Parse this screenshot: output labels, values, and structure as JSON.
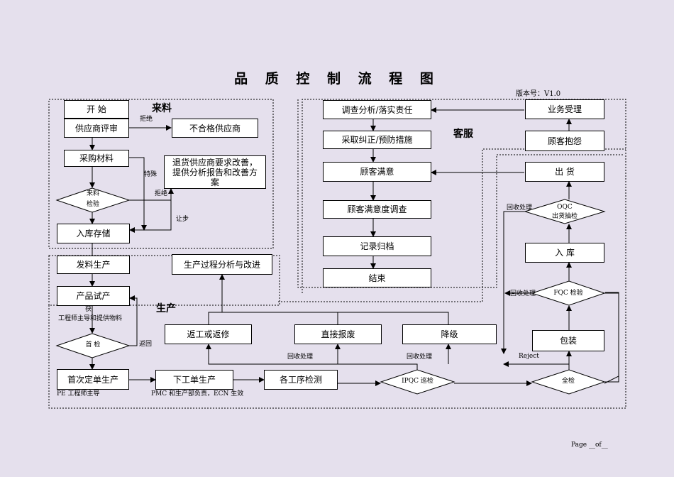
{
  "title": "品 质 控 制 流 程 图",
  "version": "版本号：V1.0",
  "page_footer": "Page __of__",
  "sections": {
    "incoming": "来料",
    "production": "生产",
    "customer_service": "客服"
  },
  "boxes": {
    "start": "开 始",
    "supplier_review": "供应商评审",
    "unqualified_supplier": "不合格供应商",
    "purchase_material": "采购材料",
    "supplier_improve": "退货供应商要求改善，提供分析报告和改善方案",
    "warehouse_in": "入库存储",
    "issue_material": "发料生产",
    "process_analysis": "生产过程分析与改进",
    "trial_production": "产品试产",
    "first_production": "首次定单生产",
    "work_order": "下工单生产",
    "process_inspection": "各工序检测",
    "rework": "返工或返修",
    "scrap": "直接报废",
    "downgrade": "降级",
    "packaging": "包装",
    "warehouse_out": "入 库",
    "ship": "出 货",
    "customer_complaint": "顾客抱怨",
    "business_accept": "业务受理",
    "investigate": "调查分析/落实责任",
    "corrective": "采取纠正/预防措施",
    "satisfaction": "顾客满意",
    "survey": "顾客满意度调查",
    "archive": "记录归档",
    "end": "结束"
  },
  "diamonds": {
    "incoming_check": "来料\n检验",
    "first_check": "首 检",
    "ipqc": "IPQC 巡检",
    "full_check": "全检",
    "fqc": "FQC 检验",
    "oqc": "OQC\n出货抽检"
  },
  "labels": {
    "reject1": "拒绝",
    "special": "特殊",
    "reject2": "拒绝",
    "concession": "让步",
    "by": "获",
    "engineer_lead": "工程师主导和提供物料",
    "return": "返回",
    "pe_lead": "PE 工程师主导",
    "pmc_note": "PMC 和生产部负责，ECN 生效",
    "recycle1": "回收处理",
    "recycle2": "回收处理",
    "reject_en": "Reject",
    "recycle3": "回收处理",
    "recycle4": "回收处理"
  }
}
